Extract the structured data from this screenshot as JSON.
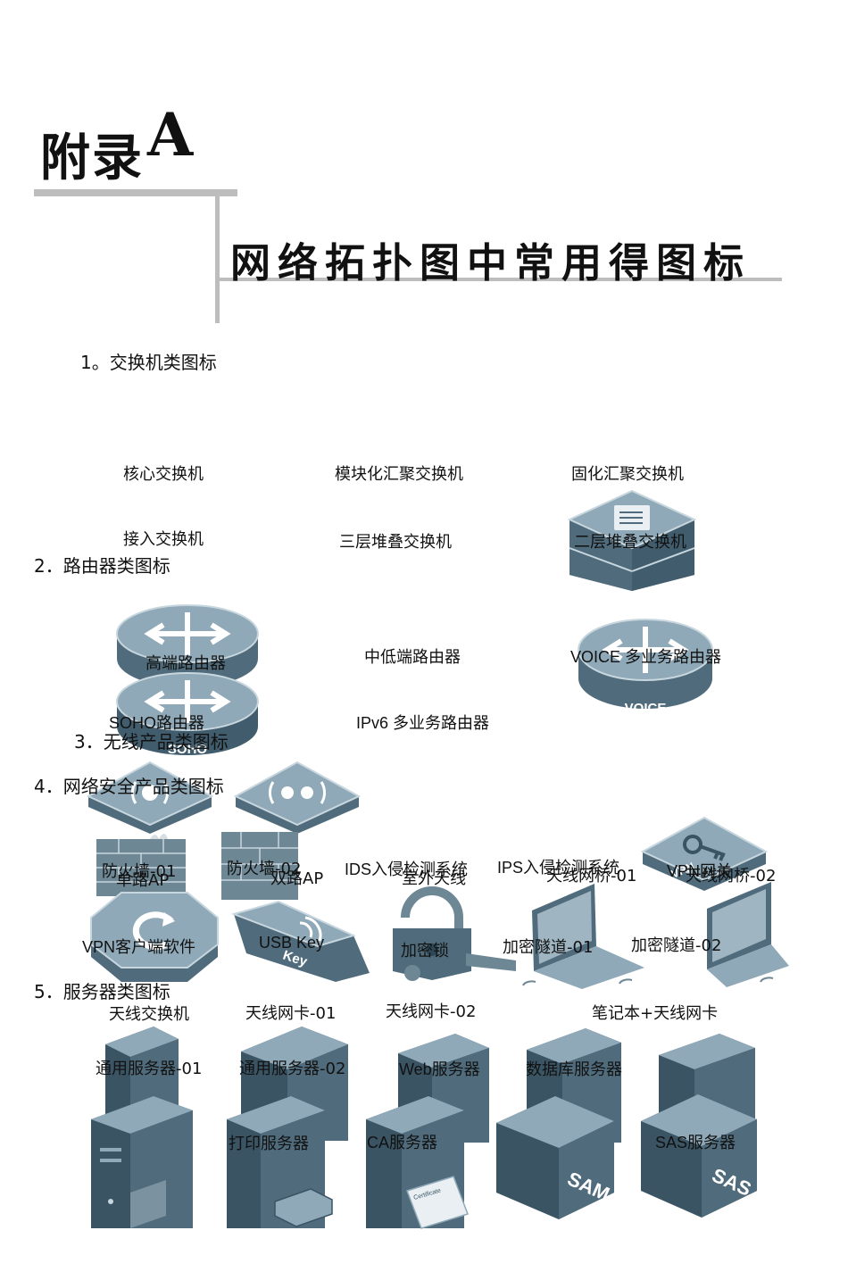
{
  "chapter": {
    "word": "附录",
    "letter": "A"
  },
  "page_title": "网络拓扑图中常用得图标",
  "sections": [
    {
      "title": "1。交换机类图标",
      "items": [
        "核心交换机",
        "模块化汇聚交换机",
        "固化汇聚交换机",
        "接入交换机",
        "三层堆叠交换机",
        "二层堆叠交换机"
      ]
    },
    {
      "title": "2．路由器类图标",
      "items": [
        "高端路由器",
        "中低端路由器",
        "VOICE 多业务路由器",
        "SOHO路由器",
        "IPv6 多业务路由器"
      ]
    },
    {
      "title": "3．无线产品类图标",
      "items": [
        "单路AP",
        "双路AP",
        "室外天线",
        "天线网桥-01",
        "天线网桥-02",
        "天线交换机",
        "天线网卡-01",
        "天线网卡-02",
        "笔记本+天线网卡"
      ]
    },
    {
      "title": "4．网络安全产品类图标",
      "items": [
        "防火墙-01",
        "防火墙-02",
        "IDS入侵检测系统",
        "IPS入侵检测系统",
        "VPN网关",
        "VPN客户端软件",
        "USB Key",
        "加密锁",
        "加密隧道-01",
        "加密隧道-02"
      ]
    },
    {
      "title": "5．服务器类图标",
      "items": [
        "通用服务器-01",
        "通用服务器-02",
        "Web服务器",
        "数据库服务器",
        "打印服务器",
        "CA服务器",
        "SAS服务器"
      ]
    }
  ],
  "icon_text": {
    "soho": "SOHO",
    "voice": "VOICE",
    "vpn": "VPN",
    "sam": "SAM",
    "sas": "SAS",
    "usb": "Key",
    "cert": "Certificate"
  },
  "colors": {
    "icon_top": "#8fa9b8",
    "icon_side": "#506c7c",
    "icon_dark": "#3a5464",
    "rule": "#bdbdbd"
  }
}
